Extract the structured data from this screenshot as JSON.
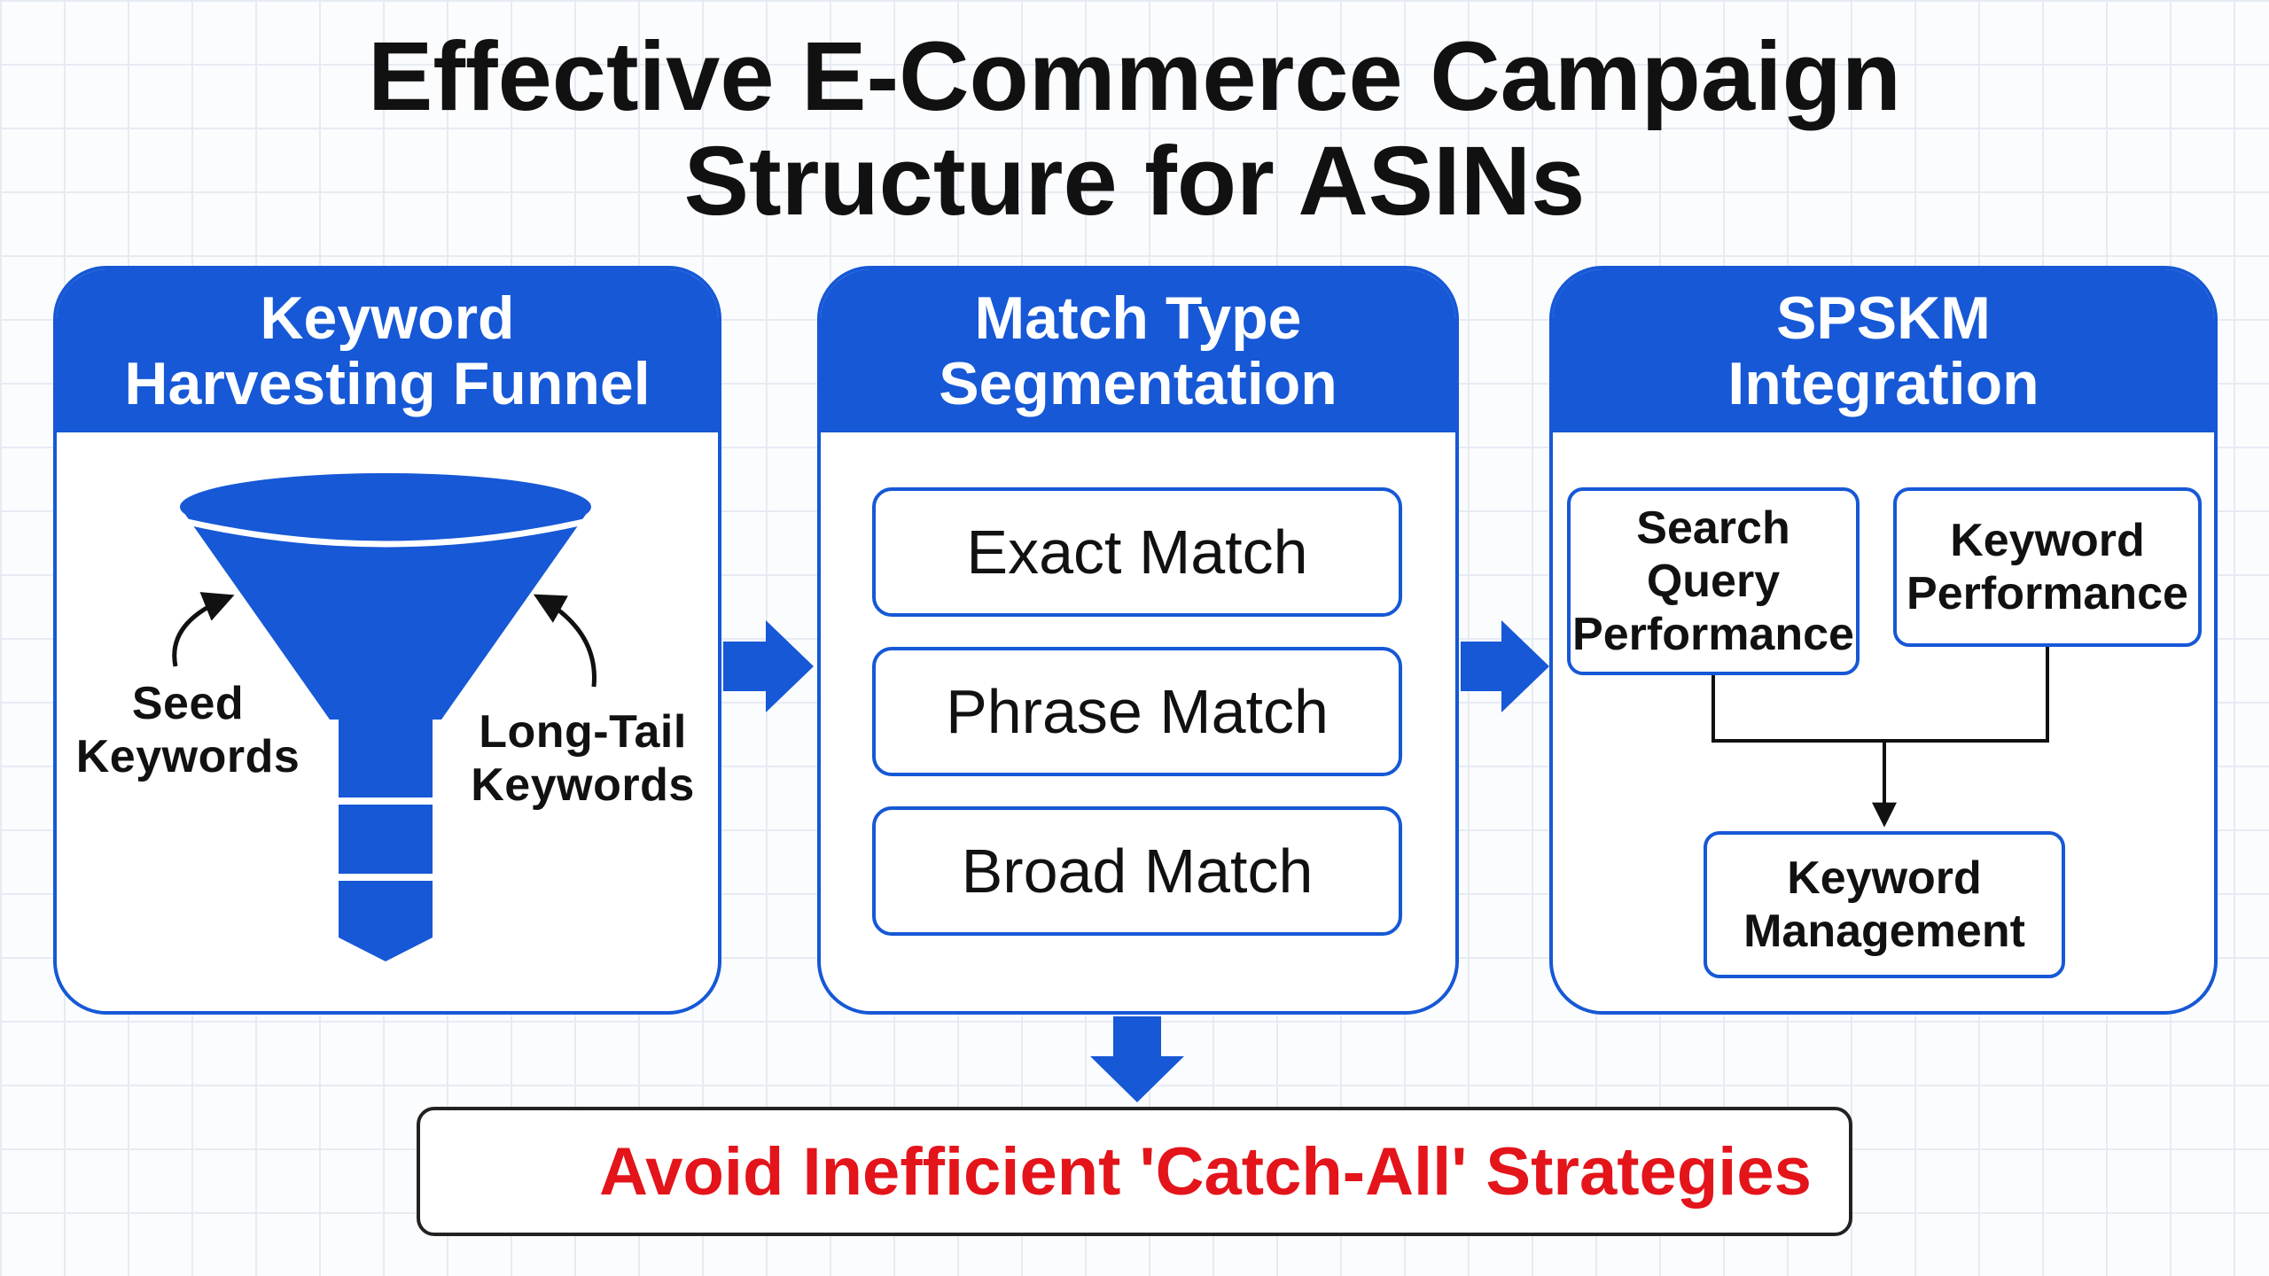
{
  "title": {
    "line1": "Effective E-Commerce Campaign",
    "line2": "Structure for ASINs"
  },
  "panels": {
    "funnel": {
      "header_line1": "Keyword",
      "header_line2": "Harvesting Funnel",
      "seed_line1": "Seed",
      "seed_line2": "Keywords",
      "longtail_line1": "Long-Tail",
      "longtail_line2": "Keywords"
    },
    "match": {
      "header_line1": "Match Type",
      "header_line2": "Segmentation",
      "exact": "Exact Match",
      "phrase": "Phrase Match",
      "broad": "Broad Match"
    },
    "spskm": {
      "header_line1": "SPSKM",
      "header_line2": "Integration",
      "sqp_line1": "Search",
      "sqp_line2": "Query",
      "sqp_line3": "Performance",
      "kp_line1": "Keyword",
      "kp_line2": "Performance",
      "km_line1": "Keyword",
      "km_line2": "Management"
    }
  },
  "warning": {
    "text": "Avoid Inefficient 'Catch-All' Strategies"
  },
  "colors": {
    "brand_blue": "#1658d6",
    "warning_red": "#e3141a"
  }
}
